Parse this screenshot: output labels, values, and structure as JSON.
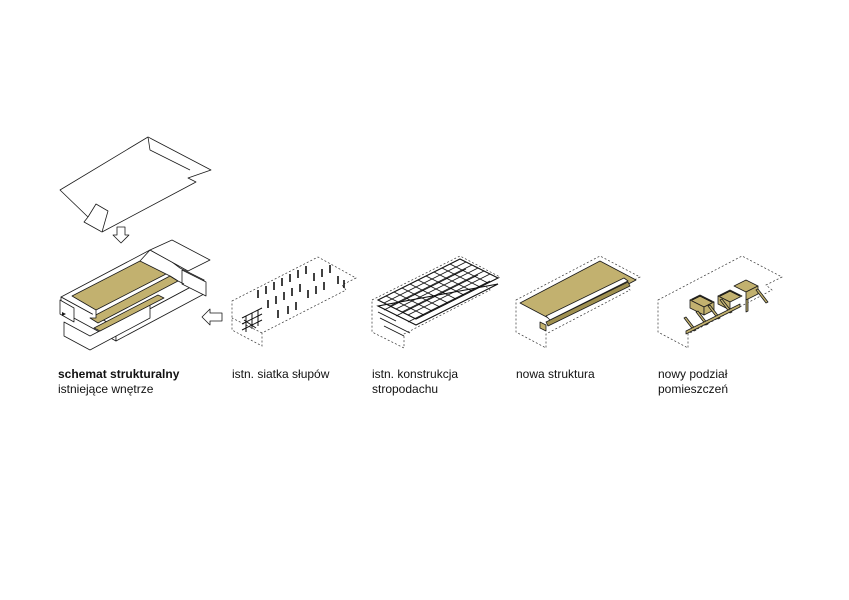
{
  "colors": {
    "accent": "#c2b16f",
    "accent_dark": "#9f9050",
    "line": "#1a1a1a"
  },
  "icons": {
    "down_arrow": "arrow-down-icon",
    "left_arrow": "arrow-left-icon"
  },
  "captions": {
    "main_title": "schemat strukturalny",
    "main_subtitle": "istniejące wnętrze",
    "columns_grid": "istn. siatka słupów",
    "roof_line1": "istn. konstrukcja",
    "roof_line2": "stropodachu",
    "new_structure": "nowa struktura",
    "rooms_line1": "nowy podział",
    "rooms_line2": "pomieszczeń"
  }
}
